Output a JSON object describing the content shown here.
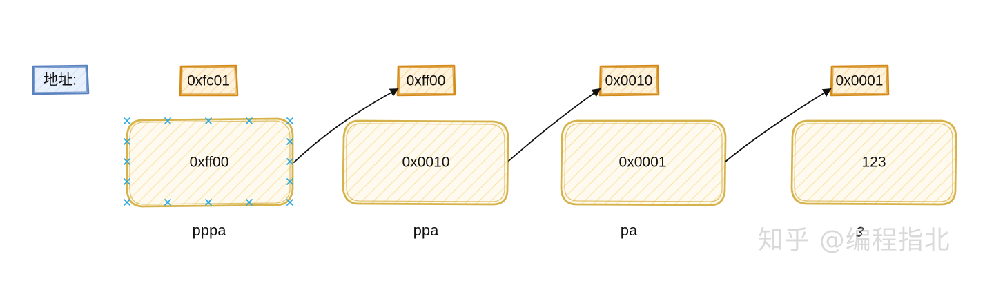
{
  "diagram": {
    "address_title": "地址:",
    "address_boxes": [
      {
        "text": "0xfc01"
      },
      {
        "text": "0xff00"
      },
      {
        "text": "0x0010"
      },
      {
        "text": "0x0001"
      }
    ],
    "memory_boxes": [
      {
        "value": "0xff00",
        "name": "pppa"
      },
      {
        "value": "0x0010",
        "name": "ppa"
      },
      {
        "value": "0x0001",
        "name": "pa"
      },
      {
        "value": "123",
        "name": ""
      }
    ],
    "watermark": "知乎 @编程指北",
    "colors": {
      "address_label_stroke": "#5a82bf",
      "address_label_fill": "#dbe8fb",
      "address_box_stroke": "#d48a17",
      "address_box_fill": "#fde7b9",
      "memory_box_stroke": "#d5b24a",
      "memory_box_fill": "#fff3c6",
      "selection_handles": "#2aa9e0",
      "arrow": "#111111"
    }
  }
}
